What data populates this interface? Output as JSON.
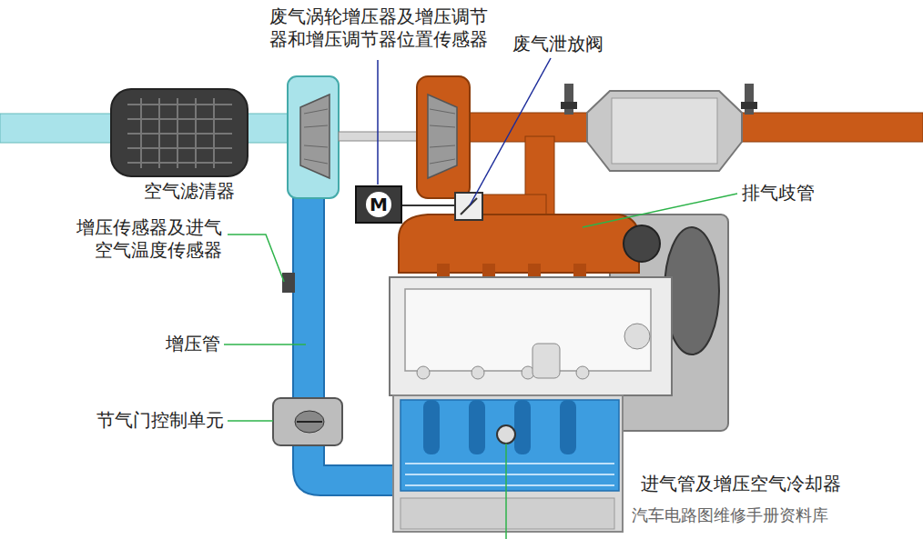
{
  "diagram": {
    "nodes": [
      {
        "text": [
          "M"
        ]
      }
    ],
    "labels": [
      "废气涡轮增压器及增压调节 器和增压调节器位置传感器",
      "废气泄放阀",
      "空气滤清器",
      "排气歧管",
      "增压传感器及进气 空气温度传感器",
      "增压管",
      "节气门控制单元",
      "进气管及增压空气冷却器",
      "汽车电路图维修手册资料库"
    ]
  }
}
